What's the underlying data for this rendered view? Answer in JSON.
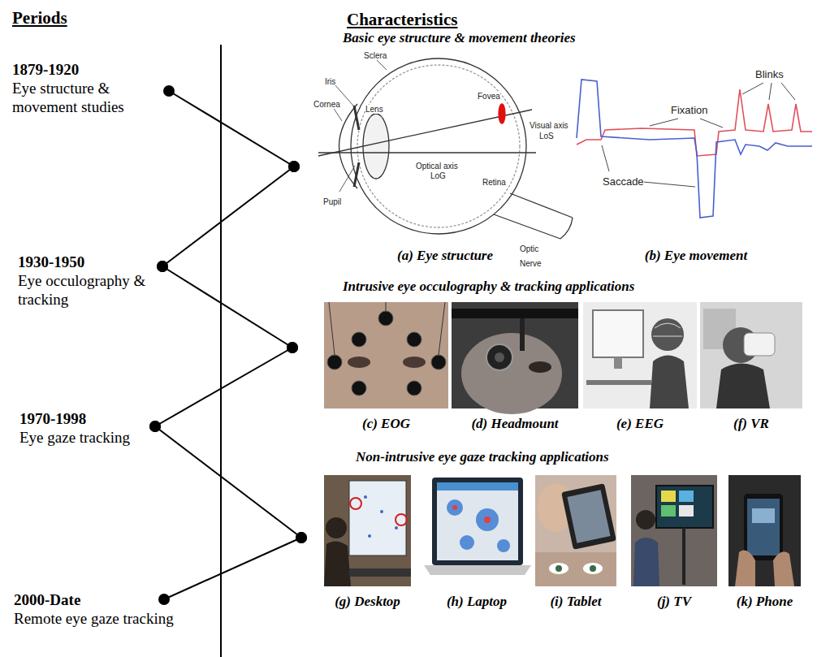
{
  "diagram": {
    "nodes": [
      {
        "text": [
          "1879-1920",
          "Eye structure & movement studies"
        ]
      },
      {
        "text": [
          "Basic eye structure & movement theories"
        ]
      },
      {
        "text": [
          "(a) Eye structure"
        ],
        "in": 1
      },
      {
        "text": [
          "(b) Eye movement"
        ],
        "in": 1
      },
      {
        "text": [
          "1930-1950",
          "Eye occulography & tracking"
        ]
      },
      {
        "text": [
          "Intrusive eye occulography & tracking applications"
        ]
      },
      {
        "text": [
          "(c) EOG"
        ],
        "in": 5
      },
      {
        "text": [
          "(d) Headmount"
        ],
        "in": 5
      },
      {
        "text": [
          "(e) EEG"
        ],
        "in": 5
      },
      {
        "text": [
          "(f) VR"
        ],
        "in": 5
      },
      {
        "text": [
          "1970-1998",
          "Eye gaze tracking"
        ]
      },
      {
        "text": [
          "Non-intrusive eye gaze tracking applications"
        ]
      },
      {
        "text": [
          "(g) Desktop"
        ],
        "in": 11
      },
      {
        "text": [
          "(h) Laptop"
        ],
        "in": 11
      },
      {
        "text": [
          "(i) Tablet"
        ],
        "in": 11
      },
      {
        "text": [
          "(j) TV"
        ],
        "in": 11
      },
      {
        "text": [
          "(k) Phone"
        ],
        "in": 11
      },
      {
        "text": [
          "2000-Date",
          "Remote eye gaze tracking"
        ]
      }
    ],
    "edges": [
      {
        "from": 0,
        "to": 1,
        "arrow": "none"
      },
      {
        "from": 1,
        "to": 4,
        "arrow": "none"
      },
      {
        "from": 4,
        "to": 5,
        "arrow": "none"
      },
      {
        "from": 5,
        "to": 10,
        "arrow": "none"
      },
      {
        "from": 10,
        "to": 11,
        "arrow": "none"
      },
      {
        "from": 11,
        "to": 17,
        "arrow": "none"
      }
    ],
    "labels": [
      "Periods",
      "Characteristics",
      "Sclera",
      "Iris",
      "Cornea",
      "Lens",
      "Pupil",
      "Fovea",
      "Visual axis",
      "LoS",
      "Optical axis",
      "LoG",
      "Retina",
      "Optic Nerve",
      "Fixation",
      "Blinks",
      "Saccade"
    ]
  }
}
